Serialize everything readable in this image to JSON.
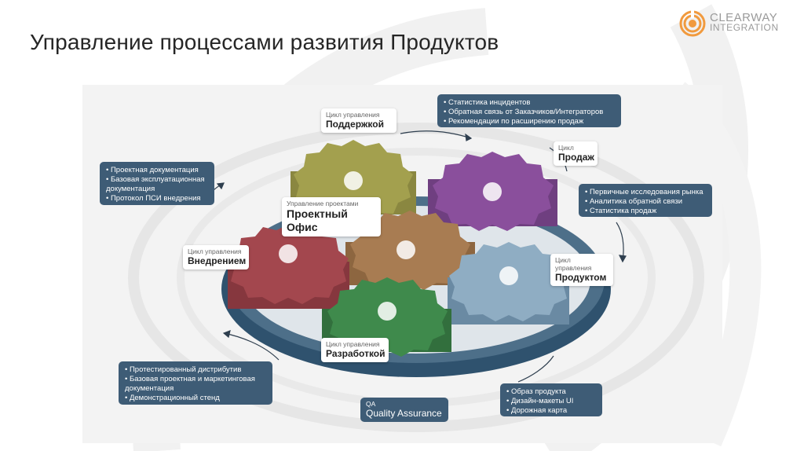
{
  "slide": {
    "title": "Управление процессами развития Продуктов"
  },
  "logo": {
    "line1": "CLEARWAY",
    "line2": "INTEGRATION"
  },
  "diagram": {
    "center": {
      "small": "Управление проектами",
      "big": "Проектный Офис"
    },
    "cycles": {
      "support": {
        "small": "Цикл управления",
        "big": "Поддержкой"
      },
      "sales": {
        "small": "Цикл",
        "big": "Продаж"
      },
      "implementation": {
        "small": "Цикл управления",
        "big": "Внедрением"
      },
      "product": {
        "small": "Цикл управления",
        "big": "Продуктом"
      },
      "development": {
        "small": "Цикл управления",
        "big": "Разработкой"
      },
      "qa": {
        "small": "QA",
        "big": "Quality Assurance"
      }
    },
    "boxes": {
      "top": [
        "Статистика инцидентов",
        "Обратная связь от Заказчиков/Интеграторов",
        "Рекомендации по расширению продаж"
      ],
      "left": [
        "Проектная документация",
        "Базовая эксплуатационная документация",
        "Протокол ПСИ внедрения"
      ],
      "right": [
        "Первичные исследования рынка",
        "Аналитика обратной связи",
        "Статистика продаж"
      ],
      "bottom_left": [
        "Протестированный дистрибутив",
        "Базовая проектная и маркетинговая документация",
        "Демонстрационный стенд"
      ],
      "bottom_right": [
        "Образ продукта",
        "Дизайн-макеты UI",
        "Дорожная карта"
      ]
    }
  },
  "colors": {
    "gear_yellow": "#a3a04e",
    "gear_purple": "#8a4f9c",
    "gear_brown": "#a87c52",
    "gear_red": "#a3474e",
    "gear_blue": "#7f9fb6",
    "gear_green": "#3f8a4c",
    "ring_dark": "#2f526e",
    "box_fill": "#3e5c76"
  }
}
